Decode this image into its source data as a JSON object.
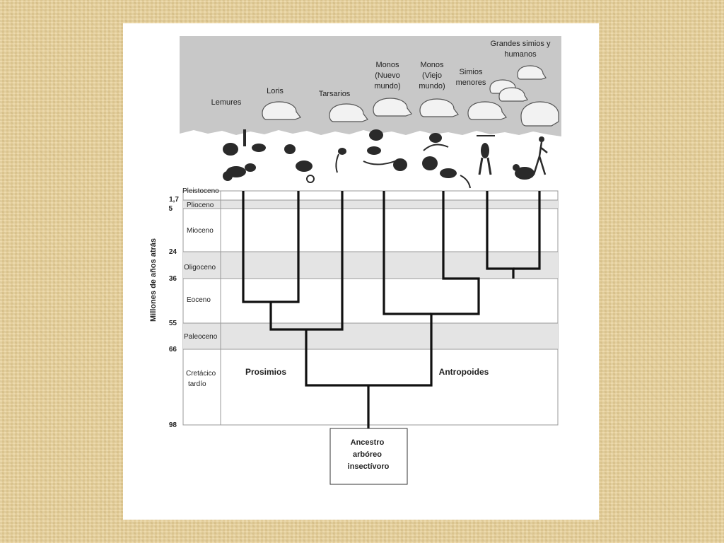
{
  "axis_title": "Millones de años atrás",
  "taxa": [
    {
      "lines": [
        "Lemures"
      ]
    },
    {
      "lines": [
        "Loris"
      ]
    },
    {
      "lines": [
        "Tarsarios"
      ]
    },
    {
      "lines": [
        "Monos",
        "(Nuevo",
        "mundo)"
      ]
    },
    {
      "lines": [
        "Monos",
        "(Viejo",
        "mundo)"
      ]
    },
    {
      "lines": [
        "Simios",
        "menores"
      ]
    },
    {
      "lines": [
        "Grandes simios y",
        "humanos"
      ]
    }
  ],
  "epochs": [
    "Pleistoceno",
    "Plioceno",
    "Mioceno",
    "Oligoceno",
    "Eoceno",
    "Paleoceno",
    "Cretácico tardío"
  ],
  "ages": [
    "1,7",
    "5",
    "24",
    "36",
    "55",
    "66",
    "98"
  ],
  "groups": {
    "left": "Prosimios",
    "right": "Antropoides"
  },
  "root": [
    "Ancestro",
    "arbóreo",
    "insectívoro"
  ],
  "colors": {
    "header_gray": "#c8c8c8",
    "band_gray": "#e4e4e4",
    "line": "#111111"
  }
}
